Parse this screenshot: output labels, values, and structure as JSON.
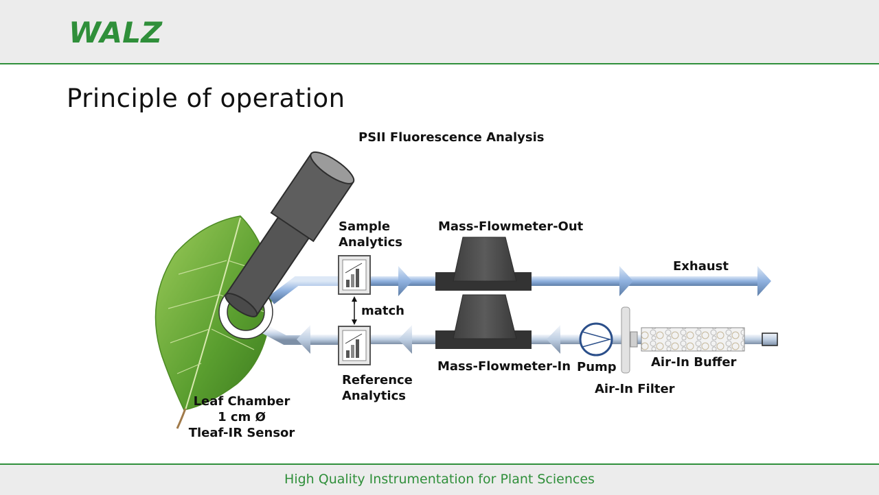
{
  "header": {
    "brand": "WALZ"
  },
  "slide": {
    "title": "Principle of operation"
  },
  "diagram": {
    "labels": {
      "psii": "PSII Fluorescence Analysis",
      "sample_line1": "Sample",
      "sample_line2": "Analytics",
      "mfo": "Mass-Flowmeter-Out",
      "exhaust": "Exhaust",
      "match": "match",
      "mfi": "Mass-Flowmeter-In",
      "pump": "Pump",
      "buffer": "Air-In Buffer",
      "filter": "Air-In Filter",
      "ref_line1": "Reference",
      "ref_line2": "Analytics",
      "leaf_line1": "Leaf Chamber",
      "leaf_line2": "1 cm Ø",
      "leaf_line3": "Tleaf-IR Sensor"
    },
    "colors": {
      "leaf": "#5a9e2f",
      "tube": "#a9c4e6",
      "device": "#4a4a4a",
      "brand_green": "#2f8f3a"
    }
  },
  "footer": {
    "tagline": "High Quality Instrumentation for Plant Sciences"
  }
}
